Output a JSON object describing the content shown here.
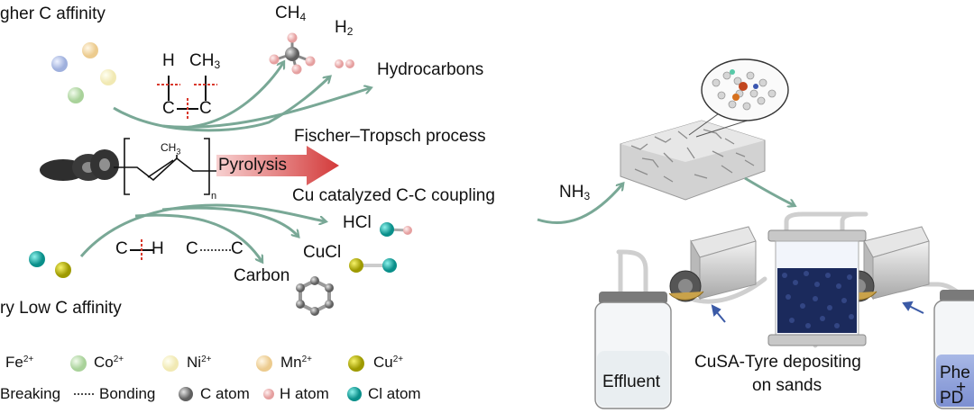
{
  "diagram": {
    "top_heading": "gher C affinity",
    "bottom_heading": "ry Low C affinity",
    "products": {
      "ch4": "CH",
      "ch4_sub": "4",
      "h2": "H",
      "h2_sub": "2",
      "hydrocarbons": "Hydrocarbons",
      "hcl": "HCl",
      "cucl": "CuCl",
      "carbon": "Carbon"
    },
    "processes": {
      "fischer_tropsch": "Fischer–Tropsch process",
      "pyrolysis": "Pyrolysis",
      "cu_coupling": "Cu catalyzed C-C coupling",
      "nh3": "NH",
      "nh3_sub": "3"
    },
    "bonds_upper": {
      "h": "H",
      "ch3": "CH",
      "ch3_sub": "3",
      "c_left": "C",
      "c_right": "C"
    },
    "bonds_lower": {
      "c1": "C",
      "h1": "H",
      "c2": "C",
      "c3": "C"
    },
    "polymer": {
      "ch3": "CH",
      "ch3_sub": "3",
      "n": "n"
    },
    "device": {
      "effluent": "Effluent",
      "column_caption_line1": "CuSA-Tyre depositing",
      "column_caption_line2": "on sands",
      "feed_line1": "Phe",
      "feed_line2": "+",
      "feed_line3": "PD"
    },
    "legend_ions": [
      {
        "label": "Fe",
        "charge": "2+",
        "color": "#a9b8e0"
      },
      {
        "label": "Co",
        "charge": "2+",
        "color": "#b6d9a9"
      },
      {
        "label": "Ni",
        "charge": "2+",
        "color": "#f7f1c4"
      },
      {
        "label": "Mn",
        "charge": "2+",
        "color": "#f2d8a6"
      },
      {
        "label": "Cu",
        "charge": "2+",
        "color": "#b8b40e"
      }
    ],
    "legend_keys": {
      "breaking": "Breaking",
      "bonding": "Bonding",
      "c_atom": "C atom",
      "h_atom": "H atom",
      "cl_atom": "Cl atom"
    },
    "colors": {
      "arrow_green": "#79a896",
      "pyrolysis_red": "#d33a3a",
      "breaking_red": "#d9382c",
      "c_atom": "#808080",
      "h_atom": "#efb0b0",
      "cl_atom": "#1aa6a0",
      "cu_atom": "#b8b40e"
    }
  }
}
